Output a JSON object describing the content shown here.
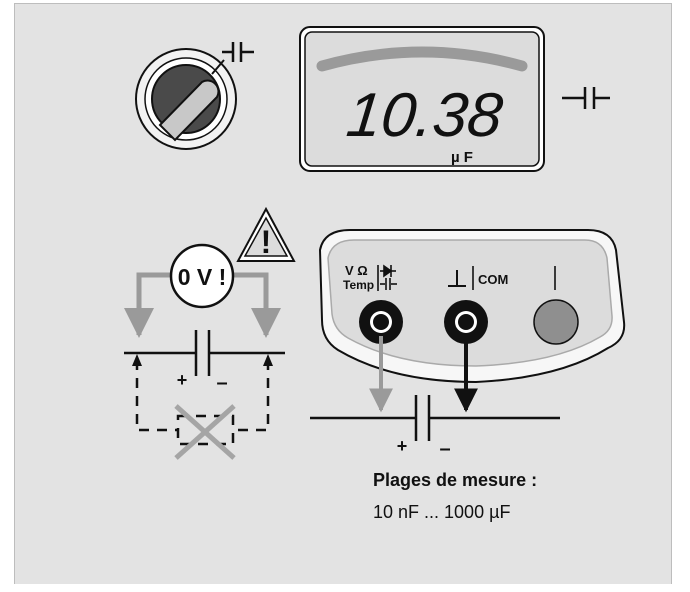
{
  "display": {
    "reading": "10.38",
    "unit": "µ F"
  },
  "warning": {
    "zero_volt": "0 V !",
    "exclamation": "!"
  },
  "jacks": {
    "v_ohm": "V Ω",
    "temp": "Temp",
    "com": "COM"
  },
  "polarity": {
    "plus": "+",
    "minus": "–"
  },
  "ranges": {
    "title": "Plages de mesure :",
    "value": "10 nF ... 1000 µF"
  },
  "icons": {
    "capacitor": "capacitor-symbol-icon",
    "diode": "diode-symbol-icon",
    "ground": "ground-symbol-icon",
    "warning": "warning-triangle-icon",
    "cross": "cross-icon"
  },
  "colors": {
    "panel": "#e3e3e3",
    "lead_gray": "#9a9a9a",
    "line": "#111111",
    "jack_red_dummy": "#8f8f8f"
  }
}
